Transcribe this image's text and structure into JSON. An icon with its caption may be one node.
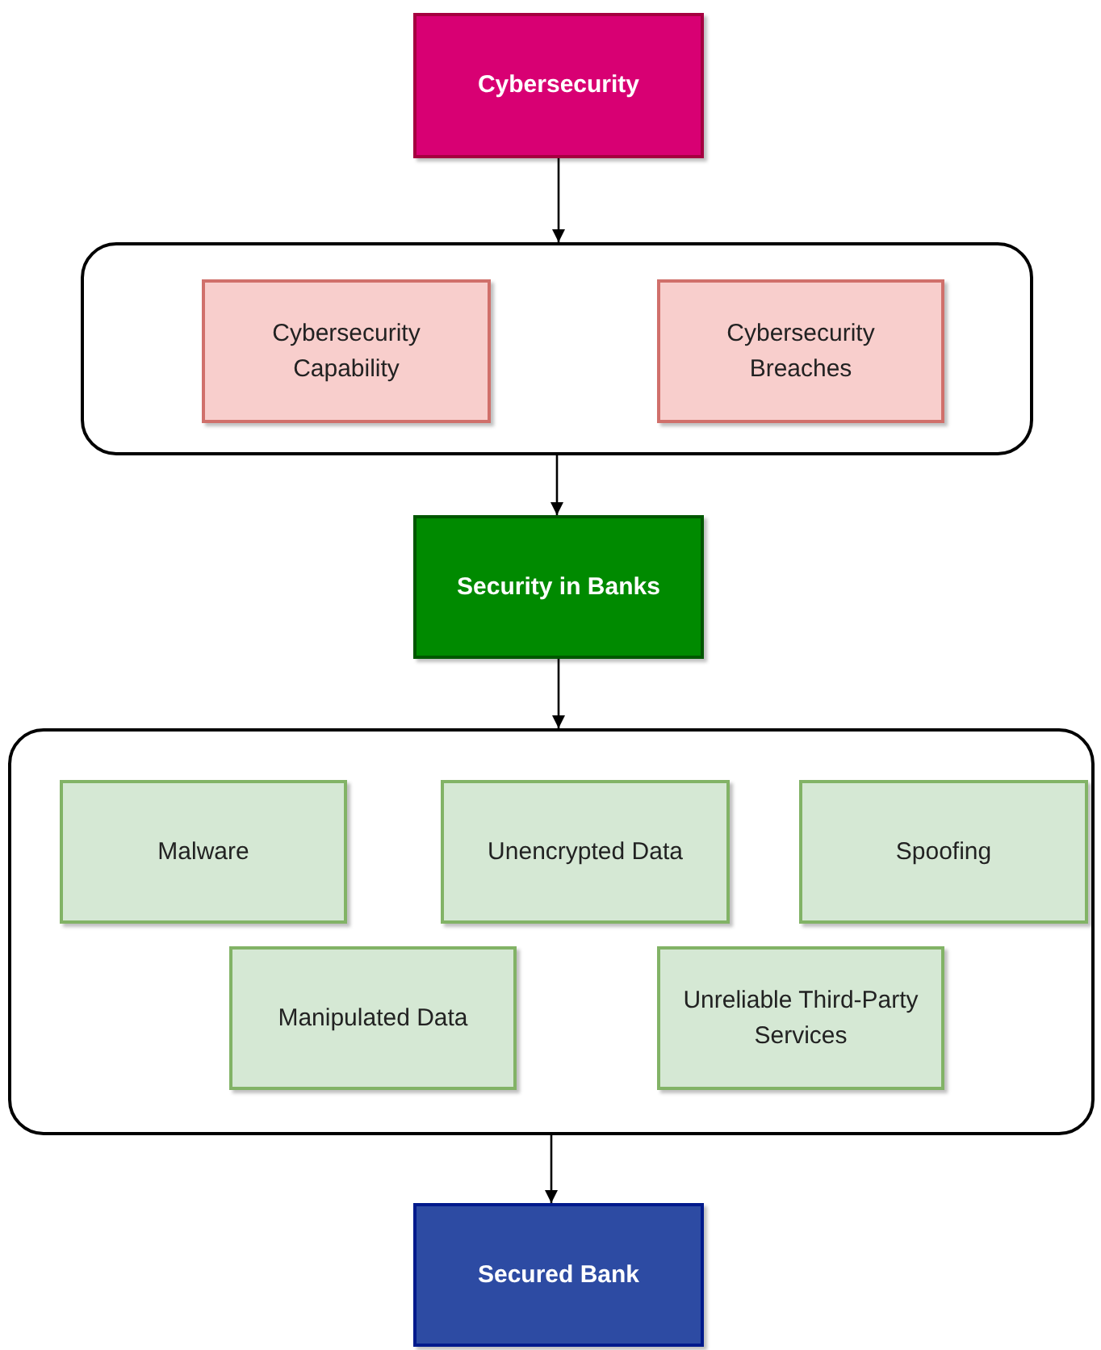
{
  "diagram": {
    "nodes": [
      {
        "text": [
          "Cybersecurity"
        ]
      },
      {
        "text": [],
        "shape": "box"
      },
      {
        "text": [
          "Cybersecurity Capability"
        ],
        "in": 1
      },
      {
        "text": [
          "Cybersecurity Breaches"
        ],
        "in": 1
      },
      {
        "text": [
          "Security in Banks"
        ]
      },
      {
        "text": [],
        "shape": "box"
      },
      {
        "text": [
          "Malware"
        ],
        "in": 5
      },
      {
        "text": [
          "Unencrypted Data"
        ],
        "in": 5
      },
      {
        "text": [
          "Spoofing"
        ],
        "in": 5
      },
      {
        "text": [
          "Manipulated Data"
        ],
        "in": 5
      },
      {
        "text": [
          "Unreliable Third-Party Services"
        ],
        "in": 5
      },
      {
        "text": [
          "Secured Bank"
        ]
      }
    ],
    "edges": [
      {
        "from": 0,
        "to": 1,
        "arrow": "to"
      },
      {
        "from": 1,
        "to": 4,
        "arrow": "to"
      },
      {
        "from": 4,
        "to": 5,
        "arrow": "to"
      },
      {
        "from": 5,
        "to": 11,
        "arrow": "to"
      }
    ]
  }
}
